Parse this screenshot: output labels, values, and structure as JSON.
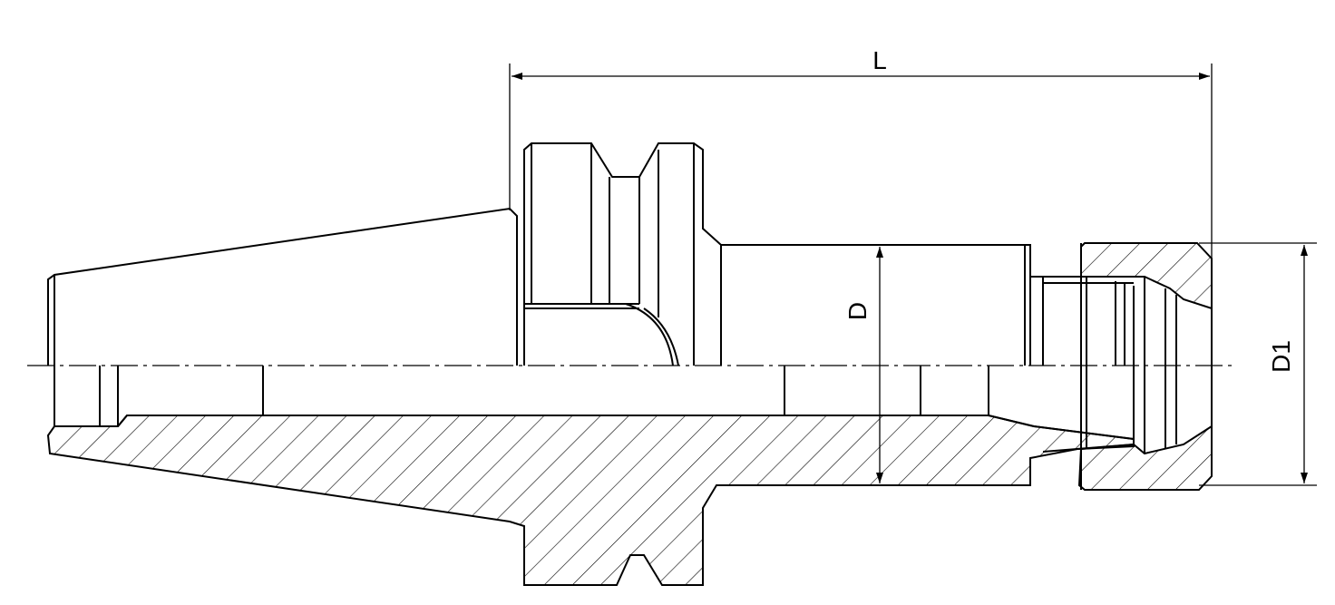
{
  "diagram": {
    "labels": {
      "length": "L",
      "shank_diameter": "D",
      "nut_diameter": "D1"
    },
    "colors": {
      "line": "#000000",
      "background": "#ffffff"
    }
  }
}
